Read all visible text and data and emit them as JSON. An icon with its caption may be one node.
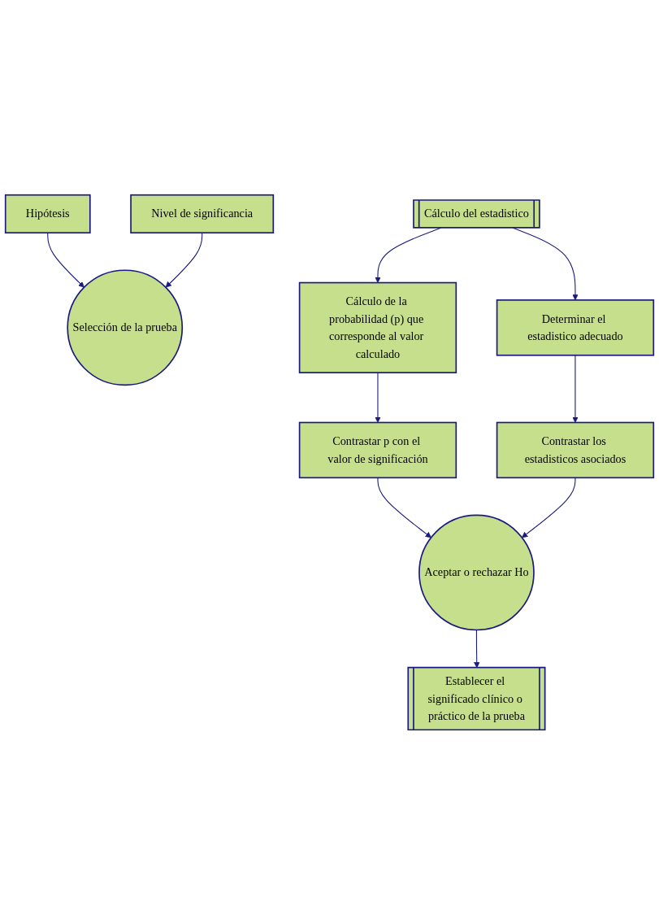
{
  "diagram": {
    "nodes": [
      {
        "text": [
          "Hipótesis"
        ]
      },
      {
        "text": [
          "Nivel de significancia"
        ]
      },
      {
        "text": [
          "Selección de la prueba"
        ]
      },
      {
        "text": [
          "Cálculo del estadistico"
        ]
      },
      {
        "text": [
          "Cálculo de la probabilidad (p) que corresponde al valor calculado"
        ]
      },
      {
        "text": [
          "Determinar el estadistico adecuado"
        ]
      },
      {
        "text": [
          "Contrastar p con el valor de significación"
        ]
      },
      {
        "text": [
          "Contrastar los estadisticos asociados"
        ]
      },
      {
        "text": [
          "Aceptar o rechazar Ho"
        ]
      },
      {
        "text": [
          "Establecer el significado clínico o práctico de la prueba"
        ]
      }
    ],
    "edges": [
      {
        "from": 0,
        "to": 2,
        "arrow": "to"
      },
      {
        "from": 1,
        "to": 2,
        "arrow": "to"
      },
      {
        "from": 3,
        "to": 4,
        "arrow": "to"
      },
      {
        "from": 3,
        "to": 5,
        "arrow": "to"
      },
      {
        "from": 4,
        "to": 6,
        "arrow": "to"
      },
      {
        "from": 5,
        "to": 7,
        "arrow": "to"
      },
      {
        "from": 6,
        "to": 8,
        "arrow": "to"
      },
      {
        "from": 7,
        "to": 8,
        "arrow": "to"
      },
      {
        "from": 8,
        "to": 9,
        "arrow": "to"
      }
    ]
  }
}
